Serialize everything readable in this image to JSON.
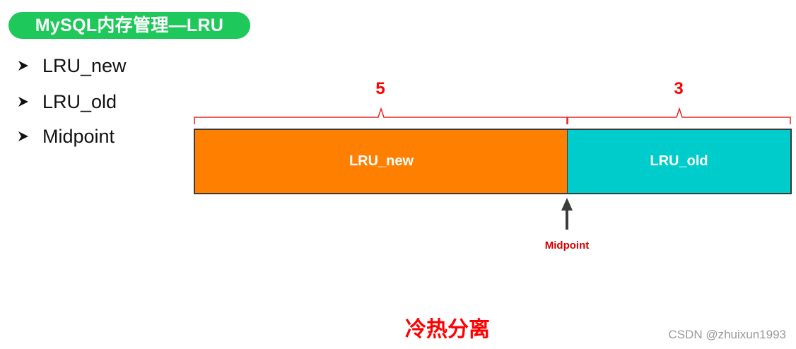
{
  "title": "MySQL内存管理—LRU",
  "bullets": [
    "LRU_new",
    "LRU_old",
    "Midpoint"
  ],
  "diagram": {
    "segments": [
      {
        "name": "LRU_new",
        "count": "5",
        "color": "#ff8000"
      },
      {
        "name": "LRU_old",
        "count": "3",
        "color": "#00cccc"
      }
    ],
    "pointer_label": "Midpoint",
    "caption": "冷热分离"
  },
  "watermark": "CSDN @zhuixun1993",
  "colors": {
    "title_bg": "#1ec85a",
    "accent_red": "#ff0000",
    "segment_border": "#3a3a3a"
  }
}
